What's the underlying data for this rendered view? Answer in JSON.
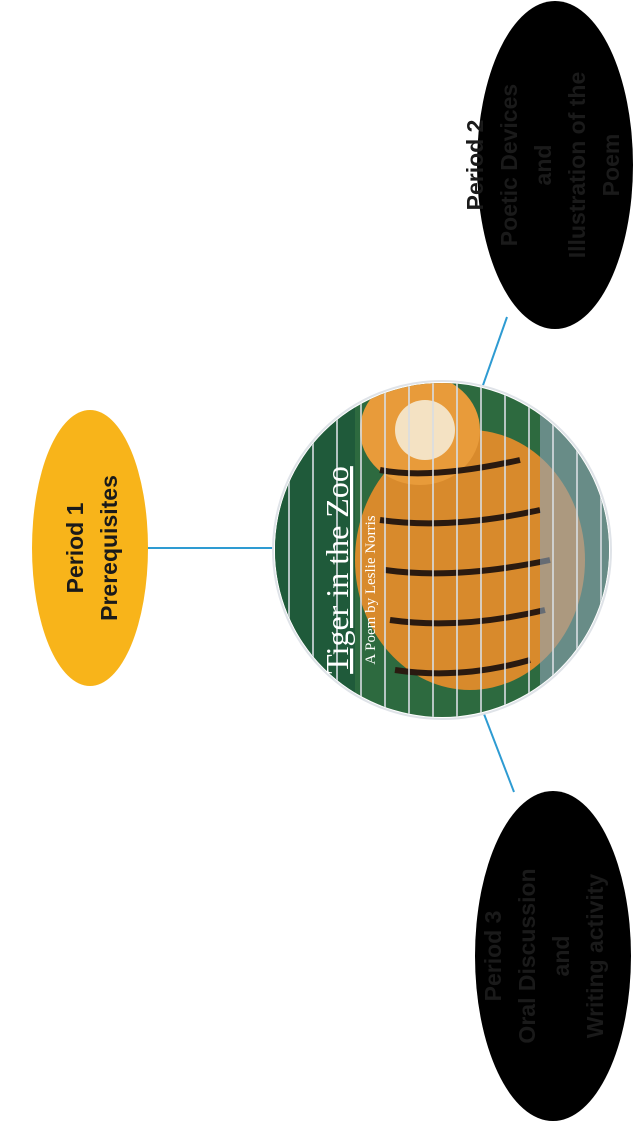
{
  "nodes": [
    {
      "id": "period-1",
      "color": "#F8B41A",
      "lines": [
        "Period 1",
        "Prerequisites"
      ]
    },
    {
      "id": "period-2",
      "color": "#11AF4B",
      "lines": [
        "Period 2",
        "Poetic Devices",
        "and",
        "Illustration of the",
        "Poem"
      ]
    },
    {
      "id": "period-3",
      "color": "#1B9CD9",
      "lines": [
        "Period 3",
        "Oral Discussion",
        "and",
        "Writing activity"
      ]
    }
  ],
  "center": {
    "title": "Tiger in the Zoo",
    "subtitle": "A Poem by Leslie Norris"
  },
  "connector_color": "#2E9BD2"
}
